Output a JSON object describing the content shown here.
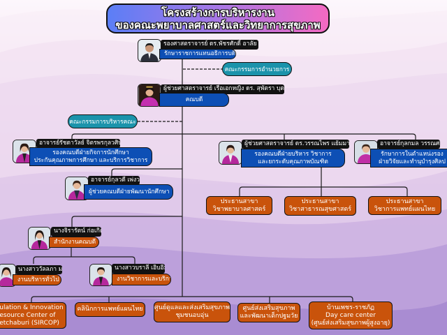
{
  "colors": {
    "title_gradient_start": "#5b7ef6",
    "title_gradient_end": "#f46ac2",
    "role_blue": "#0d4fb5",
    "unit_orange": "#c9530b",
    "committee_teal": "#1b93ab"
  },
  "title": {
    "line1": "โครงสร้างการบริหารงาน",
    "line2": "ของคณะพยาบาลศาสตร์และวิทยาการสุขภาพ"
  },
  "committees": {
    "steering": "คณะกรรมการอำนวยการ",
    "faculty_executive": "คณะกรรมการบริหารคณะ"
  },
  "people": {
    "acting_president": {
      "name": "รองศาสตราจารย์ ดร.พัชรศักดิ์  อาลัย",
      "role_lines": [
        "รักษาราชการแทนอธิการบดี"
      ]
    },
    "dean": {
      "name": "ผู้ช่วยศาสตราจารย์ เรือเอกหญิง ดร. สุพัตรา บุตรักษ์",
      "role_lines": [
        "คณบดี"
      ]
    },
    "vice_dean_student": {
      "name": "อาจารย์รัชดาวัลย์ จิตรพรกุลวศิน",
      "role_lines": [
        "รองคณบดีฝ่ายกิจการนักศึกษา",
        "ประกันคุณภาพการศึกษา และบริการวิชาการ"
      ]
    },
    "vice_dean_admin": {
      "name": "ผู้ช่วยศาสตราจารย์ ดร.วรรณไพร แย้มมา",
      "role_lines": [
        "รองคณบดีฝ่ายบริหาร วิชาการ",
        "และยกระดับคุณภาพบัณฑิต"
      ]
    },
    "acting_vice_dean_research": {
      "name": "อาจารย์กุลกมล วรรณศรี",
      "role_lines": [
        "รักษาการในตำแหน่งรอง",
        "ฝ่ายวิจัยและทำนุบำรุงศิลป"
      ]
    },
    "assistant_dean_student_dev": {
      "name": "อาจารย์กุลวดี เพ่งวา",
      "role_lines": [
        "ผู้ช่วยคณบดีฝ่ายพัฒนานักศึกษา"
      ]
    },
    "office_head": {
      "name": "นางจิรารัตน์ ก่อเกิด",
      "role_lines": [
        "สำนักงานคณบดี"
      ]
    },
    "general_admin": {
      "name": "นางสาววัลลภา มณีต้น",
      "role_lines": [
        "งานบริหารทั่วไป"
      ]
    },
    "academic_service": {
      "name": "นางสาวบราลี เอิบอิ่ม",
      "role_lines": [
        "งานวิชาการและบริการ"
      ]
    }
  },
  "program_chairs": [
    {
      "lines": [
        "ประธานสาขา",
        "วิชาพยาบาลศาสตร์"
      ]
    },
    {
      "lines": [
        "ประธานสาขา",
        "วิชาสาธารณสุขศาสตร์"
      ]
    },
    {
      "lines": [
        "ประธานสาขา",
        "วิชาการแพทย์แผนไทย"
      ]
    }
  ],
  "units": [
    {
      "lines": [
        "Simulation & Innovation",
        "Resource Center of",
        "Phetchaburi (SIRCOP)"
      ]
    },
    {
      "lines": [
        "คลินิกการแพทย์แผนไทย"
      ]
    },
    {
      "lines": [
        "ศูนย์ดูแลและส่งเสริมสุขภาพ",
        "ชุมชนอบอุ่น"
      ]
    },
    {
      "lines": [
        "ศูนย์ส่งเสริมสุขภาพ",
        "และพัฒนาเด็กปฐมวัย"
      ]
    },
    {
      "lines": [
        "บ้านเพชร-ราชภัฏ",
        "Day care center",
        "(ศูนย์ส่งเสริมสุขภาพผู้สูงอายุ)"
      ]
    }
  ]
}
